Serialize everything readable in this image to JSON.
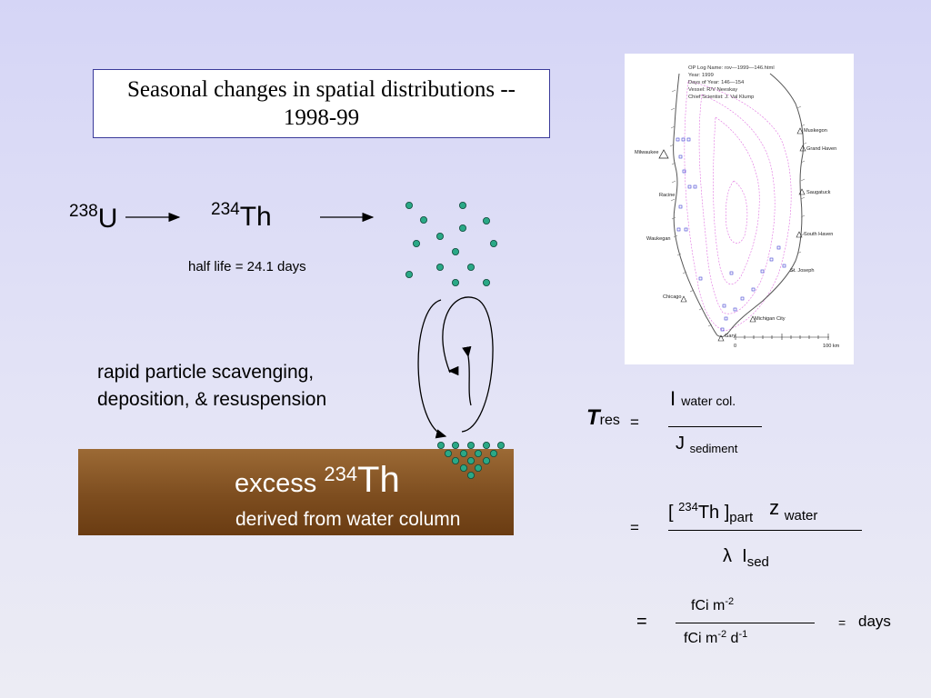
{
  "title": "Seasonal changes in spatial distributions -- 1998-99",
  "decay": {
    "parent_mass": "238",
    "parent_symbol": "U",
    "daughter_mass": "234",
    "daughter_symbol": "Th",
    "half_life": "half life = 24.1 days"
  },
  "process": {
    "line1": "rapid particle scavenging,",
    "line2": "deposition, & resuspension"
  },
  "sediment": {
    "label_prefix": "excess ",
    "mass": "234",
    "symbol": "Th",
    "subtitle": "derived from water column"
  },
  "map": {
    "header_lines": [
      "OP Log Name: rov—1999—146.html",
      "Year: 1999",
      "Days of Year: 146—154",
      "Vessel: R/V Neeskay",
      "Chief Scientist: J. Val Klump"
    ],
    "cities": [
      "Muskegon",
      "Grand Haven",
      "Milwaukee",
      "Racine",
      "Saugatuck",
      "Waukegan",
      "South Haven",
      "St. Joseph",
      "Chicago",
      "Michigan City",
      "Gary"
    ],
    "scale_start": "0",
    "scale_end": "100 km"
  },
  "equations": {
    "tres_symbol": "T",
    "tres_sub": "res",
    "eq1": "=",
    "num1_main": "I",
    "num1_sub": "water col.",
    "den1_main": "J",
    "den1_sub": "sediment",
    "eq2": "=",
    "num2_open": "[ ",
    "num2_mass": "234",
    "num2_symbol": "Th ]",
    "num2_sub": "part",
    "num2_z": "z",
    "num2_zsub": "water",
    "den2_lambda": "λ",
    "den2_main": "I",
    "den2_sub": "sed",
    "eq3": "=",
    "num3_main": "fCi  m",
    "num3_exp": "-2",
    "den3_main": "fCi m",
    "den3_exp1": "-2",
    "den3_mid": " d",
    "den3_exp2": "-1",
    "eq4": "=",
    "result": "days"
  },
  "colors": {
    "particle": "#2aa886",
    "particle_stroke": "#0e4a3a",
    "sediment_top": "#9c6a35",
    "sediment_bottom": "#6a3c12",
    "map_station": "#3a3ad0",
    "map_contour": "#e070e0",
    "title_border": "#3a3a9a"
  }
}
